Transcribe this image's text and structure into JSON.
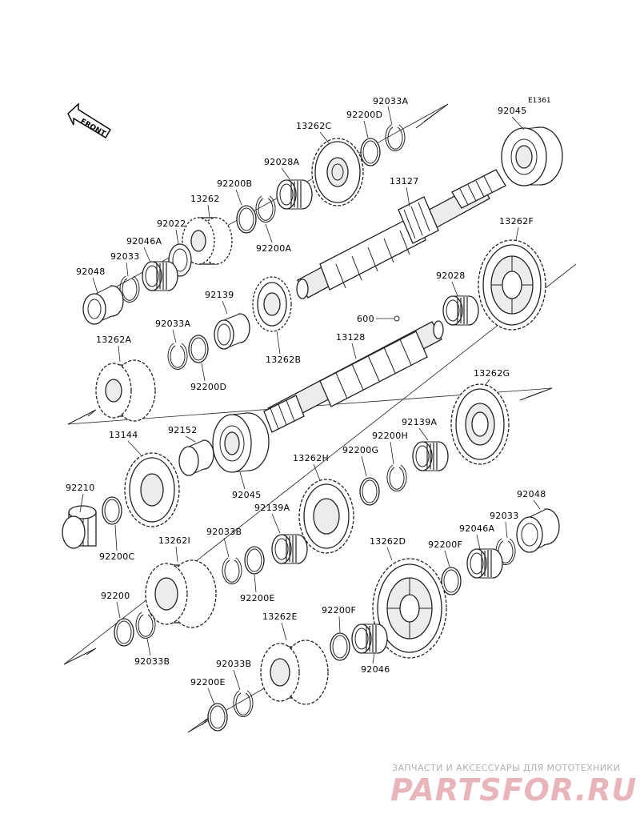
{
  "diagram_code": "E1361",
  "front_label": "FRONT",
  "watermark": {
    "tagline": "ЗАПЧАСТИ И АКСЕССУАРЫ ДЛЯ МОТОТЕХНИКИ",
    "brand": "PARTSFOR.RU"
  },
  "labels": {
    "l92033A_top": "92033A",
    "l92045_top": "92045",
    "l92200D_top": "92200D",
    "l13262C": "13262C",
    "l92028A": "92028A",
    "l92200B": "92200B",
    "l13262": "13262",
    "l92022": "92022",
    "l92200A": "92200A",
    "l92046A_top": "92046A",
    "l92033_top": "92033",
    "l92048_top": "92048",
    "l13127": "13127",
    "l13262F": "13262F",
    "l92139": "92139",
    "l92028": "92028",
    "l600": "600",
    "l92033A_mid": "92033A",
    "l13262A": "13262A",
    "l92200D_mid": "92200D",
    "l13262B": "13262B",
    "l13128": "13128",
    "l13262G": "13262G",
    "l13144": "13144",
    "l92152": "92152",
    "l92139A_right": "92139A",
    "l92200H": "92200H",
    "l92200G": "92200G",
    "l13262H": "13262H",
    "l92045_mid": "92045",
    "l92210": "92210",
    "l92139A_mid": "92139A",
    "l92048_bot": "92048",
    "l92033_bot": "92033",
    "l92046A_bot": "92046A",
    "l92200C": "92200C",
    "l92033B_mid": "92033B",
    "l13262I": "13262I",
    "l13262D": "13262D",
    "l92200F_right": "92200F",
    "l92200E_mid": "92200E",
    "l92200": "92200",
    "l92200F_bot": "92200F",
    "l13262E": "13262E",
    "l92033B_left": "92033B",
    "l92046": "92046",
    "l92033B_bot": "92033B",
    "l92200E_bot": "92200E"
  }
}
